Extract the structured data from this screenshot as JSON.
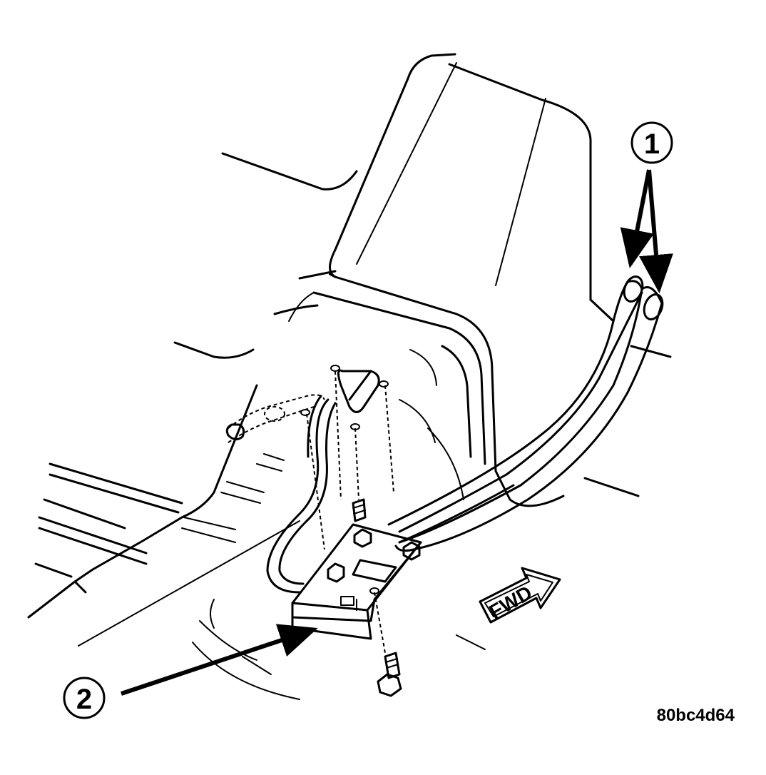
{
  "callouts": [
    {
      "label": "1"
    },
    {
      "label": "2"
    }
  ],
  "direction_marker": {
    "label": "FWD"
  },
  "figure_id": "80bc4d64"
}
